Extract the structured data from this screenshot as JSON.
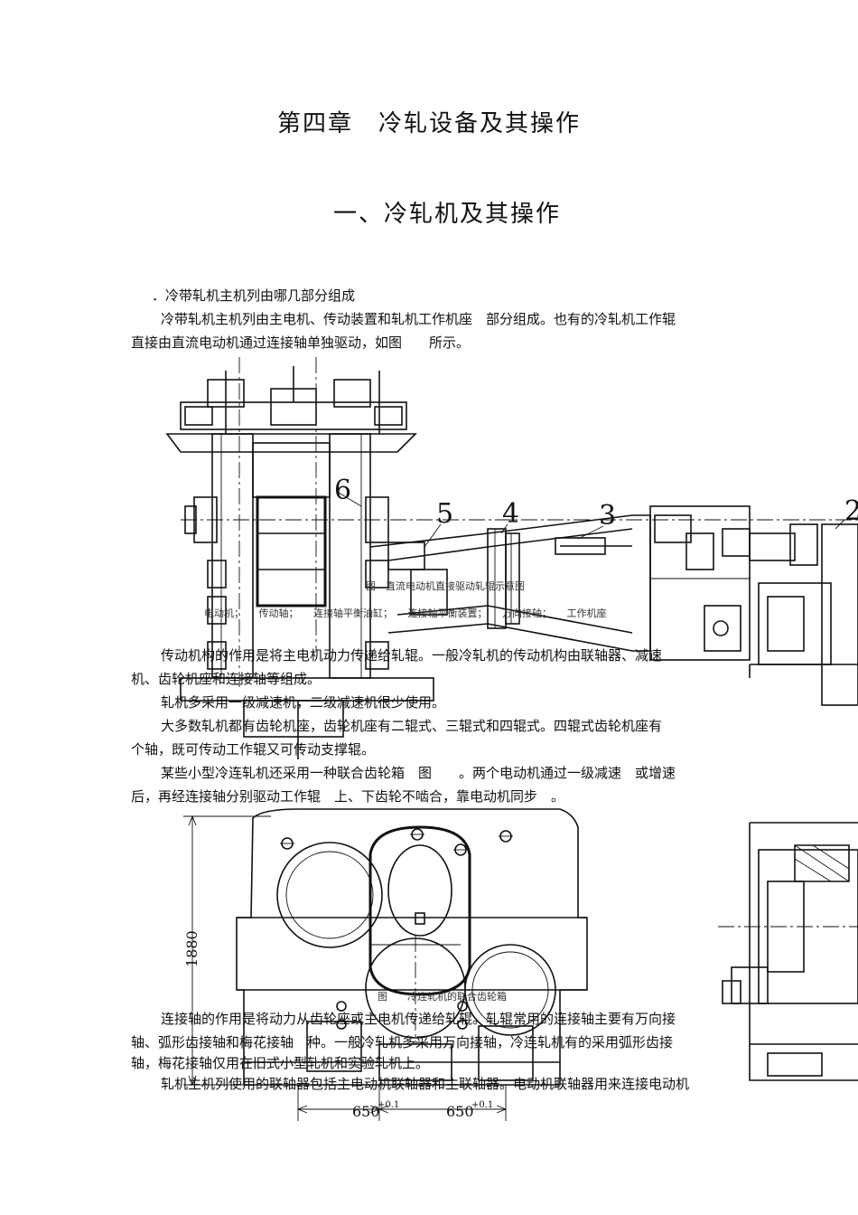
{
  "chapter_title": "第四章　冷轧设备及其操作",
  "section_title": "一、冷轧机及其操作",
  "question_1": "．冷带轧机主机列由哪几部分组成",
  "paragraphs": {
    "p1_line1": "冷带轧机主机列由主电机、传动装置和轧机工作机座　部分组成。也有的冷轧机工作辊",
    "p1_line2": "直接由直流电动机通过连接轴单独驱动，如图　　所示。",
    "p2_line1": "传动机构的作用是将主电机动力传递给轧辊。一般冷轧机的传动机构由联轴器、减速",
    "p2_line2": "机、齿轮机座和连接轴等组成。",
    "p3_line1": "轧机多采用一级减速机，二级减速机很少使用。",
    "p4_line1": "大多数轧机都有齿轮机座，齿轮机座有二辊式、三辊式和四辊式。四辊式齿轮机座有",
    "p4_line2": "个轴，既可传动工作辊又可传动支撑辊。",
    "p5_line1": "某些小型冷连轧机还采用一种联合齿轮箱　图　　。两个电动机通过一级减速　或增速",
    "p5_line2": "后，再经连接轴分别驱动工作辊　上、下齿轮不啮合，靠电动机同步　。",
    "p6_line1": "连接轴的作用是将动力从齿轮座或主电机传递给轧辊。轧辊常用的连接轴主要有万向接",
    "p6_line2": "轴、弧形齿接轴和梅花接轴　种。一般冷轧机多采用万向接轴，冷连轧机有的采用弧形齿接",
    "p6_line3": "轴，梅花接轴仅用在旧式小型轧机和实验轧机上。",
    "p7_line1": "轧机主机列使用的联轴器包括主电动机联轴器和主联轴器。电动机联轴器用来连接电动机"
  },
  "figure1": {
    "caption": "图　直流电动机直接驱动轧辊示意图",
    "legend": "电动机；　　传动轴；　　连接轴平衡油缸；　　连接轴平衡装置；　　万向接轴；　　工作机座",
    "labels": [
      "6",
      "5",
      "4",
      "3",
      "2"
    ]
  },
  "figure2": {
    "caption": "图　　冷连轧机的联合齿轮箱",
    "dim_height": "1880",
    "dim_w1": "650",
    "dim_w1_tol": "+0.1",
    "dim_w2": "650",
    "dim_w2_tol": "+0.1"
  }
}
